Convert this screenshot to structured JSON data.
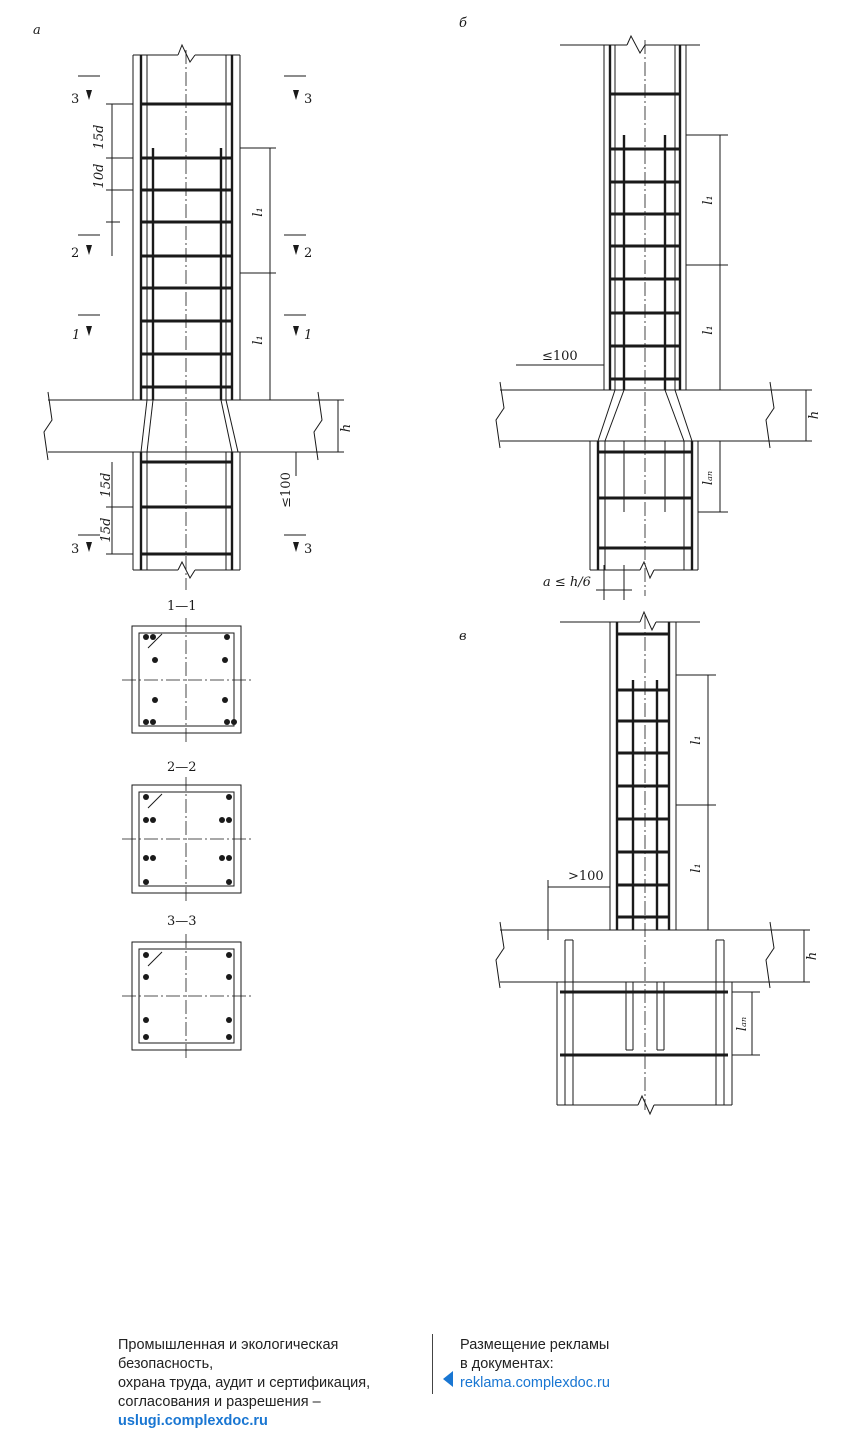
{
  "panels": {
    "a": "а",
    "b": "б",
    "v": "в"
  },
  "sections": {
    "s11": "1—1",
    "s22": "2—2",
    "s33": "3—3",
    "mark1": "1",
    "mark2": "2",
    "mark3": "3"
  },
  "dimensions": {
    "d15": "15d",
    "d10": "10d",
    "l1": "l₁",
    "h": "h",
    "lt100": "≤100",
    "gt100": ">100",
    "lan": "lₐₙ",
    "ah6": "a ≤ h/6"
  },
  "footer": {
    "left_line1": "Промышленная и экологическая безопасность,",
    "left_line2": "охрана труда, аудит и сертификация,",
    "left_line3": "согласования и разрешения –",
    "left_link": "uslugi.complexdoc.ru",
    "right_line1": "Размещение рекламы",
    "right_line2": "в документах:",
    "right_link": "reklama.complexdoc.ru"
  }
}
